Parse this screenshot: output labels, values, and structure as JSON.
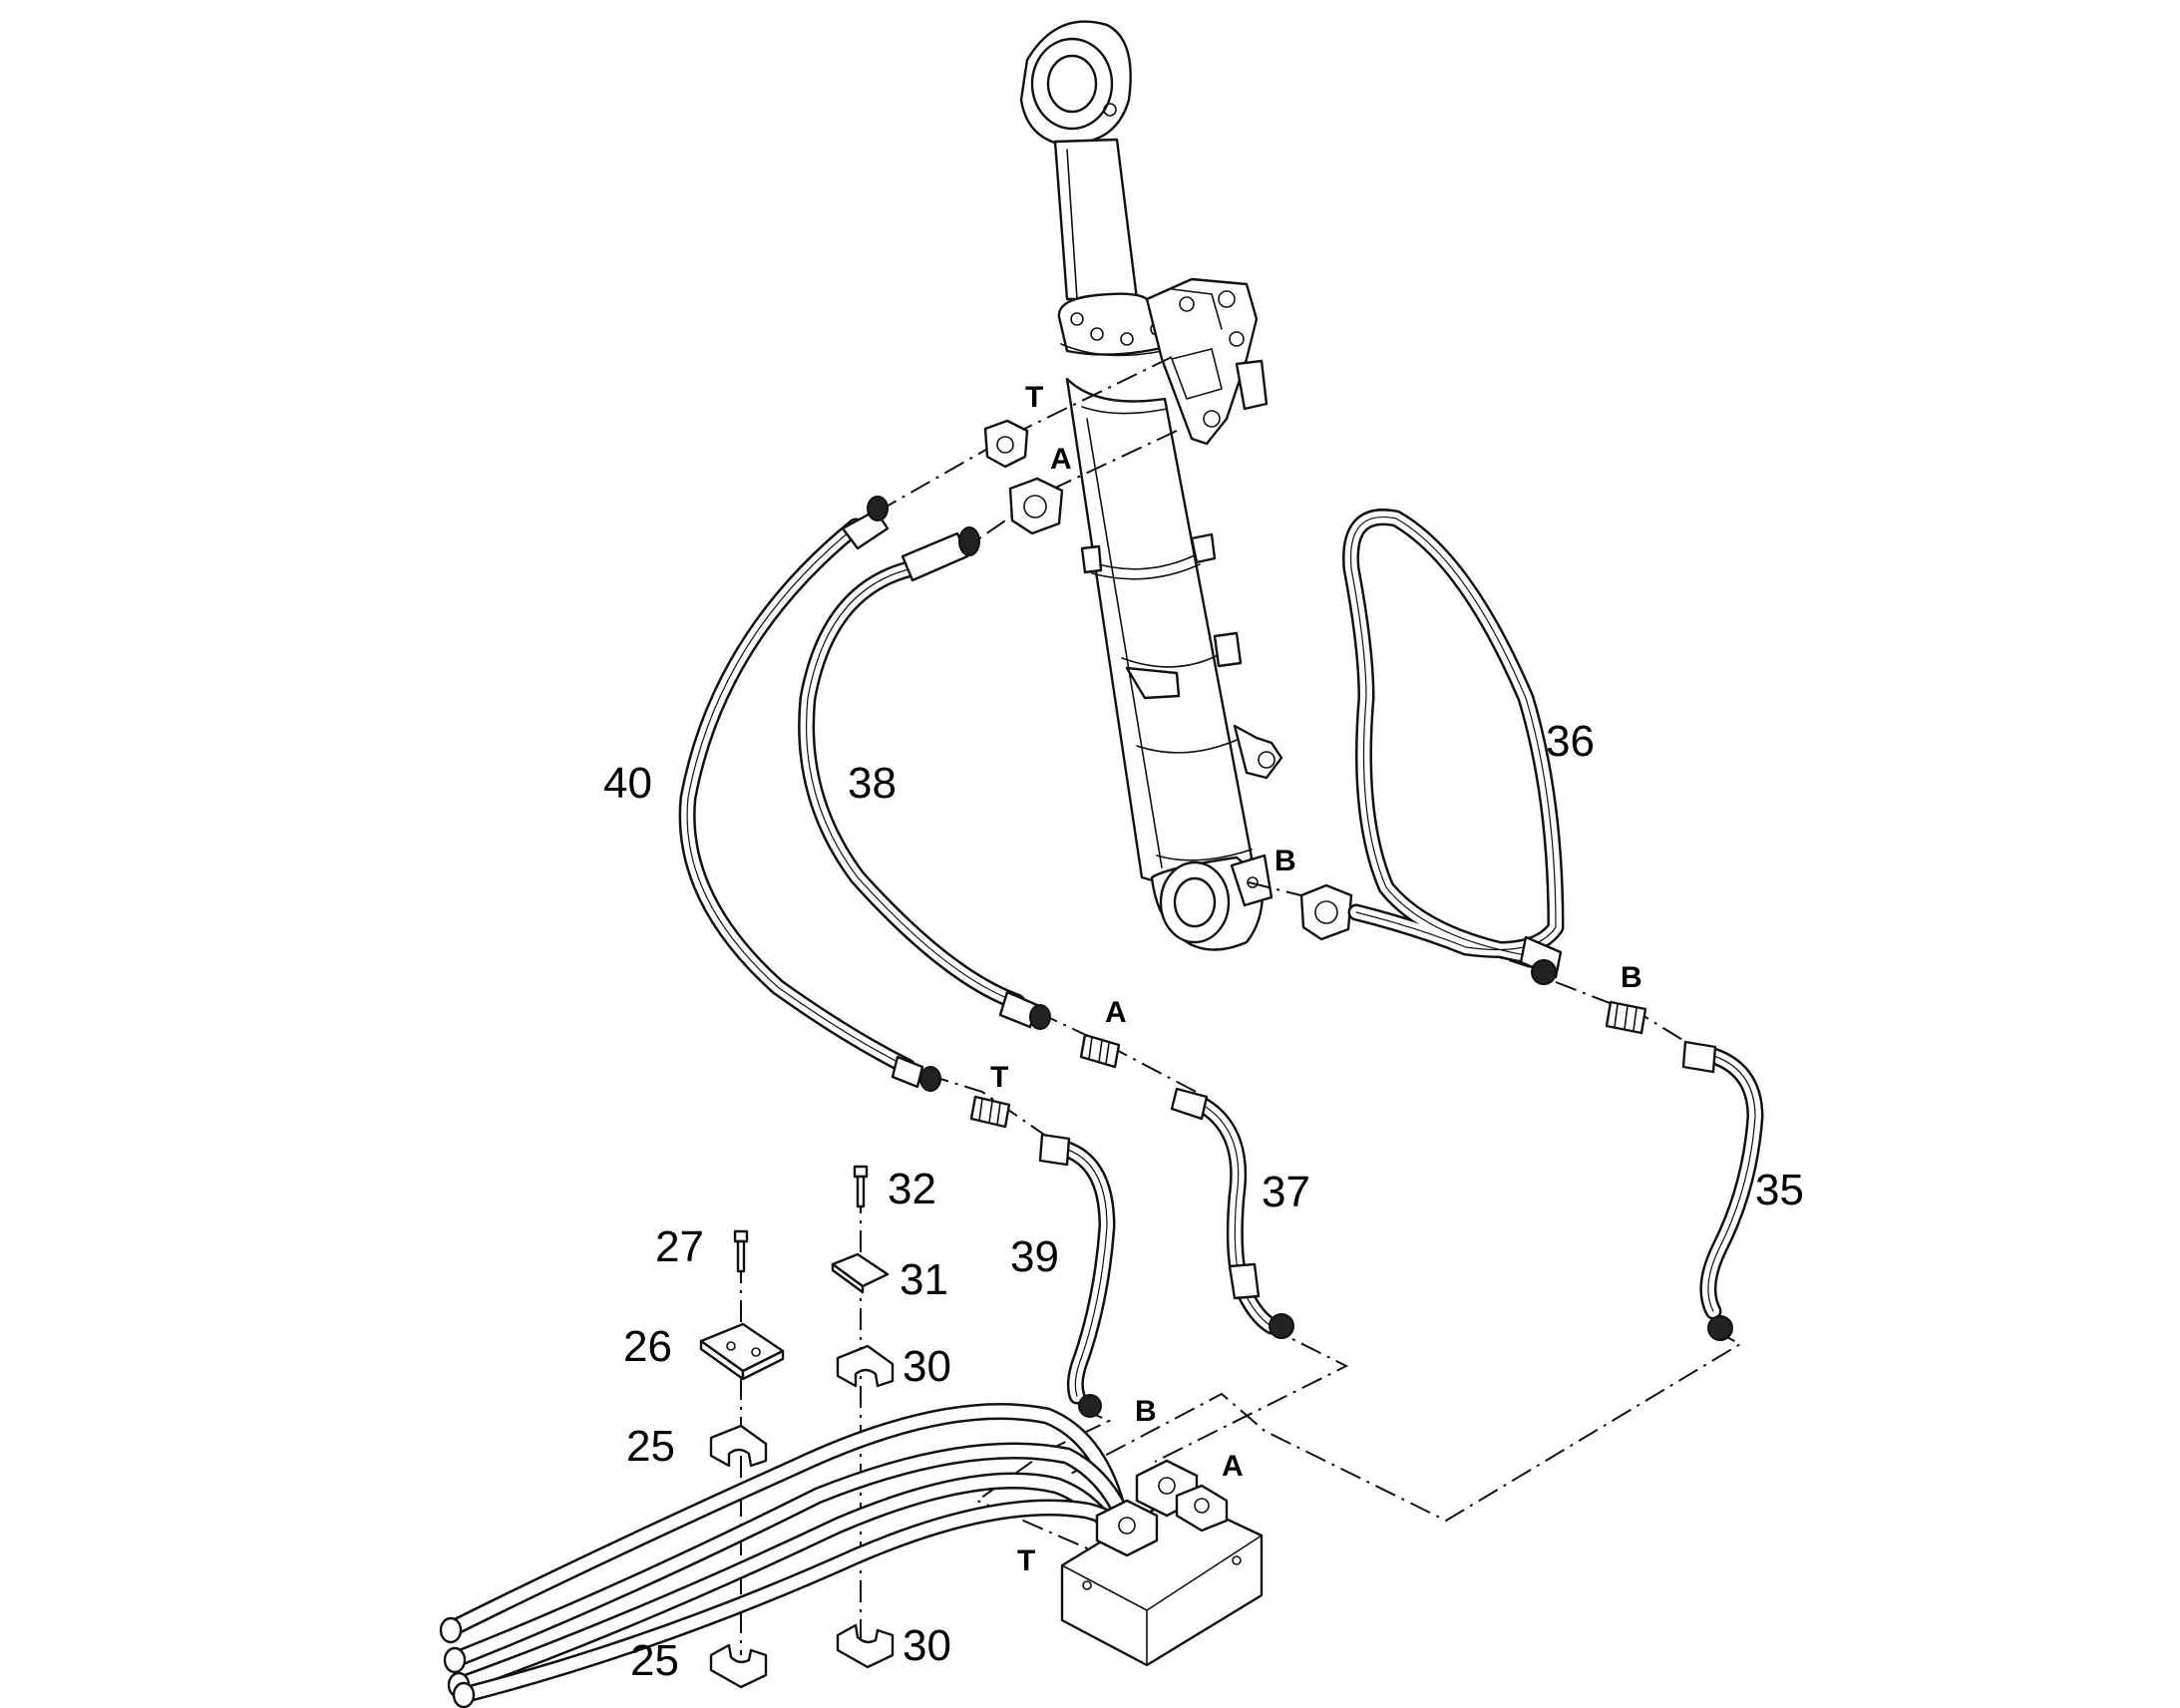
{
  "labels": {
    "p25a": "25",
    "p25b": "25",
    "p26": "26",
    "p27": "27",
    "p30a": "30",
    "p30b": "30",
    "p31": "31",
    "p32": "32",
    "p35": "35",
    "p36": "36",
    "p37": "37",
    "p38": "38",
    "p39": "39",
    "p40": "40"
  },
  "ports": {
    "t_top": "T",
    "a_top": "A",
    "b_cyl": "B",
    "a_mid": "A",
    "t_mid": "T",
    "b_right": "B",
    "b_block": "B",
    "a_block": "A",
    "t_block": "T"
  }
}
